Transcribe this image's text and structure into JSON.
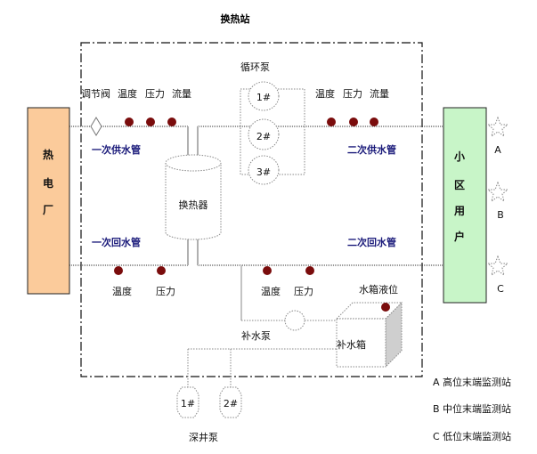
{
  "title": "换热站",
  "heat_plant": {
    "label_chars": [
      "热",
      "电",
      "厂"
    ],
    "color": "#fbcb9b"
  },
  "community": {
    "label_chars": [
      "小",
      "区",
      "用",
      "户"
    ],
    "color": "#c8f5c8"
  },
  "primary_supply": {
    "label": "一次供水管",
    "sensors_header": [
      "调节阀",
      "温度",
      "压力",
      "流量"
    ]
  },
  "primary_return": {
    "label": "一次回水管",
    "sensors": [
      "温度",
      "压力"
    ]
  },
  "secondary_supply": {
    "label": "二次供水管",
    "sensors_header": [
      "温度",
      "压力",
      "流量"
    ]
  },
  "secondary_return": {
    "label": "二次回水管",
    "sensors": [
      "温度",
      "压力"
    ]
  },
  "heat_exchanger": {
    "label": "换热器"
  },
  "circulation_pumps": {
    "label": "循环泵",
    "pumps": [
      "1#",
      "2#",
      "3#"
    ]
  },
  "makeup_pump": {
    "label": "补水泵"
  },
  "makeup_tank": {
    "label": "补水箱",
    "sensor_label": "水箱液位"
  },
  "deep_well_pumps": {
    "label": "深井泵",
    "pumps": [
      "1#",
      "2#"
    ]
  },
  "terminal_stations": [
    {
      "id": "A",
      "legend": "A 高位末端监测站"
    },
    {
      "id": "B",
      "legend": "B 中位末端监测站"
    },
    {
      "id": "C",
      "legend": "C 低位末端监测站"
    }
  ],
  "colors": {
    "sensor": "#7a0c0c",
    "pipe_label": "#1a1a7a"
  }
}
